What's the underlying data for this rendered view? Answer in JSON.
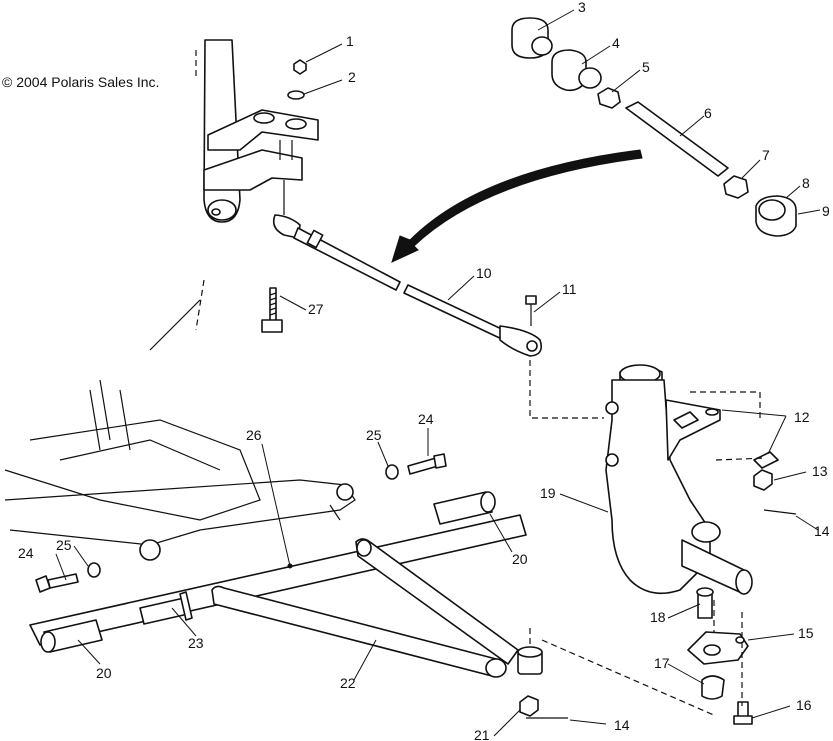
{
  "copyright": "© 2004 Polaris Sales Inc.",
  "callouts": [
    {
      "id": "c1",
      "text": "1"
    },
    {
      "id": "c2",
      "text": "2"
    },
    {
      "id": "c3",
      "text": "3"
    },
    {
      "id": "c4",
      "text": "4"
    },
    {
      "id": "c5",
      "text": "5"
    },
    {
      "id": "c6",
      "text": "6"
    },
    {
      "id": "c7",
      "text": "7"
    },
    {
      "id": "c8",
      "text": "8"
    },
    {
      "id": "c9",
      "text": "9"
    },
    {
      "id": "c10",
      "text": "10"
    },
    {
      "id": "c11",
      "text": "11"
    },
    {
      "id": "c12",
      "text": "12"
    },
    {
      "id": "c13",
      "text": "13"
    },
    {
      "id": "c14a",
      "text": "14"
    },
    {
      "id": "c14b",
      "text": "14"
    },
    {
      "id": "c15",
      "text": "15"
    },
    {
      "id": "c16",
      "text": "16"
    },
    {
      "id": "c17",
      "text": "17"
    },
    {
      "id": "c18",
      "text": "18"
    },
    {
      "id": "c19",
      "text": "19"
    },
    {
      "id": "c20a",
      "text": "20"
    },
    {
      "id": "c20b",
      "text": "20"
    },
    {
      "id": "c21",
      "text": "21"
    },
    {
      "id": "c22",
      "text": "22"
    },
    {
      "id": "c23",
      "text": "23"
    },
    {
      "id": "c24a",
      "text": "24"
    },
    {
      "id": "c24b",
      "text": "24"
    },
    {
      "id": "c25a",
      "text": "25"
    },
    {
      "id": "c25b",
      "text": "25"
    },
    {
      "id": "c26",
      "text": "26"
    },
    {
      "id": "c27",
      "text": "27"
    }
  ]
}
